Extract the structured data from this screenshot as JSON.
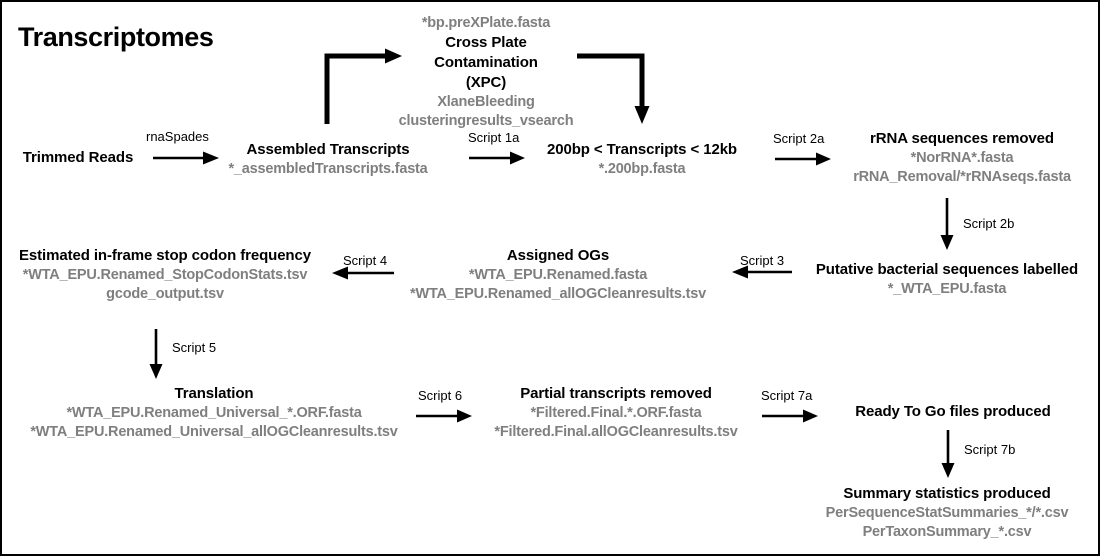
{
  "page": {
    "title": "Transcriptomes",
    "accent_black": "#000000",
    "file_text_color": "#7f7f7f",
    "background": "#ffffff"
  },
  "nodes": {
    "trimmed_reads": {
      "title": "Trimmed Reads",
      "files": []
    },
    "assembled_transcripts": {
      "title": "Assembled Transcripts",
      "files": [
        "*_assembledTranscripts.fasta"
      ]
    },
    "xpc": {
      "pre_file": "*bp.preXPlate.fasta",
      "title_line1": "Cross Plate",
      "title_line2": "Contamination",
      "title_line3": "(XPC)",
      "files": [
        "XlaneBleeding",
        "clusteringresults_vsearch"
      ]
    },
    "size_filter": {
      "title": "200bp < Transcripts < 12kb",
      "files": [
        "*.200bp.fasta"
      ]
    },
    "rrna_removed": {
      "title": "rRNA sequences removed",
      "files": [
        "*NorRNA*.fasta",
        "rRNA_Removal/*rRNAseqs.fasta"
      ]
    },
    "bacterial_labelled": {
      "title": "Putative bacterial sequences labelled",
      "files": [
        "*_WTA_EPU.fasta"
      ]
    },
    "assigned_ogs": {
      "title": "Assigned OGs",
      "files": [
        "*WTA_EPU.Renamed.fasta",
        "*WTA_EPU.Renamed_allOGCleanresults.tsv"
      ]
    },
    "stop_codon": {
      "title": "Estimated in-frame stop codon frequency",
      "files": [
        "*WTA_EPU.Renamed_StopCodonStats.tsv",
        "gcode_output.tsv"
      ]
    },
    "translation": {
      "title": "Translation",
      "files": [
        "*WTA_EPU.Renamed_Universal_*.ORF.fasta",
        "*WTA_EPU.Renamed_Universal_allOGCleanresults.tsv"
      ]
    },
    "partial_removed": {
      "title": "Partial transcripts removed",
      "files": [
        "*Filtered.Final.*.ORF.fasta",
        "*Filtered.Final.allOGCleanresults.tsv"
      ]
    },
    "ready_to_go": {
      "title": "Ready To Go files produced",
      "files": []
    },
    "summary_stats": {
      "title": "Summary statistics produced",
      "files": [
        "PerSequenceStatSummaries_*/*.csv",
        "PerTaxonSummary_*.csv"
      ]
    }
  },
  "edges": {
    "rnaspades": "rnaSpades",
    "script_1a": "Script 1a",
    "script_2a": "Script 2a",
    "script_2b": "Script 2b",
    "script_3": "Script 3",
    "script_4": "Script 4",
    "script_5": "Script 5",
    "script_6": "Script 6",
    "script_7a": "Script 7a",
    "script_7b": "Script 7b"
  }
}
